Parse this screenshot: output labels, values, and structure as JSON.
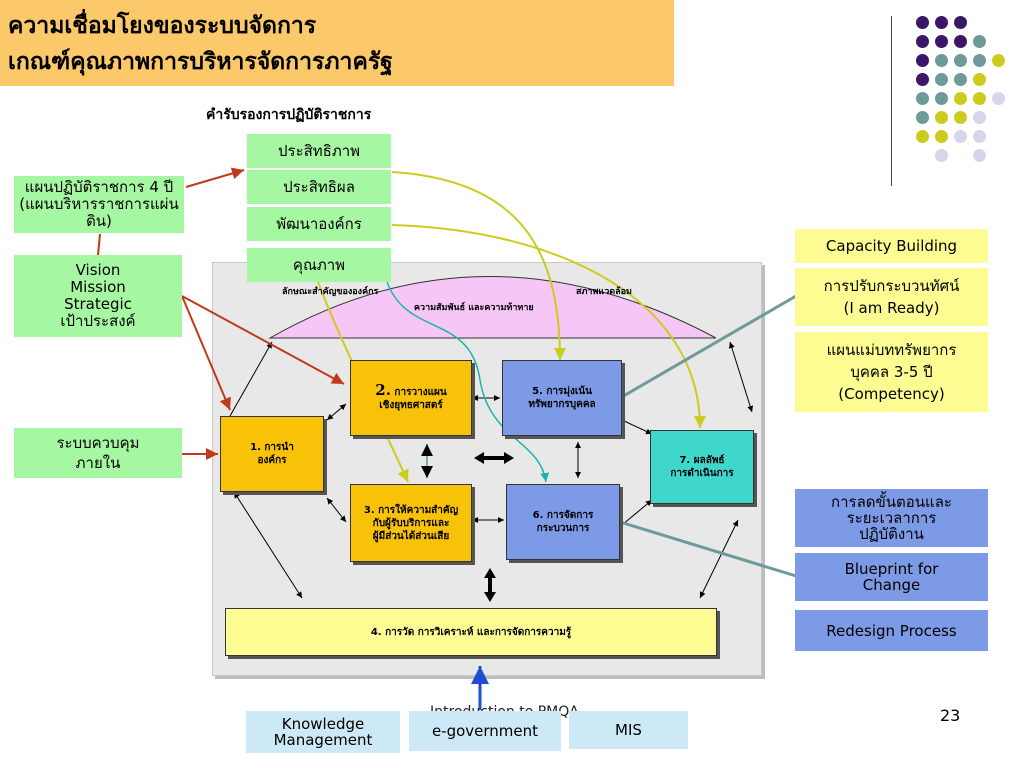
{
  "title": {
    "line1": "ความเชื่อมโยงของระบบจัดการ",
    "line2": "เกณฑ์คุณภาพการบริหารจัดการภาครัฐ"
  },
  "subtitle": "คำรับรองการปฏิบัติราชการ",
  "top_boxes": {
    "efficiency": "ประสิทธิภาพ",
    "effectiveness": "ประสิทธิผล",
    "org_development": "พัฒนาองค์กร",
    "quality": "คุณภาพ"
  },
  "left_boxes": {
    "plan": "แผนปฏิบัติราชการ 4 ปี (แผนบริหารราชการแผ่นดิน)",
    "vision": [
      "Vision",
      "Mission",
      "Strategic",
      "เป้าประสงค์"
    ],
    "control": [
      "ระบบควบคุม",
      "ภายใน"
    ]
  },
  "right_boxes": {
    "capacity": "Capacity Building",
    "mindset": [
      "การปรับกระบวนทัศน์",
      "(I am Ready)"
    ],
    "hr_plan": [
      "แผนแม่บททรัพยากร",
      "บุคคล 3-5 ปี",
      "(Competency)"
    ],
    "reduce_steps": [
      "การลดขั้นตอนและ",
      "ระยะเวลาการ",
      "ปฏิบัติงาน"
    ],
    "blueprint": [
      "Blueprint for",
      "Change"
    ],
    "redesign": "Redesign Process"
  },
  "diagram": {
    "arc_labels": {
      "org_character": "ลักษณะสำคัญขององค์กร",
      "environment": "สภาพแวดล้อม",
      "relations": "ความสัมพันธ์ และความท้าทาย"
    },
    "n1": [
      "1. การนำ",
      "องค์กร"
    ],
    "n2_num": "2.",
    "n2": [
      "การวางแผน",
      "เชิงยุทธศาสตร์"
    ],
    "n3": [
      "3. การให้ความสำคัญ",
      "กับผู้รับบริการและ",
      "ผู้มีส่วนได้ส่วนเสีย"
    ],
    "n4": "4. การวัด การวิเคราะห์ และการจัดการความรู้",
    "n5": [
      "5. การมุ่งเน้น",
      "ทรัพยากรบุคคล"
    ],
    "n6": [
      "6. การจัดการ",
      "กระบวนการ"
    ],
    "n7": [
      "7. ผลลัพธ์",
      "การดำเนินการ"
    ]
  },
  "bottom_boxes": {
    "km": [
      "Knowledge",
      "Management"
    ],
    "egov": "e-government",
    "mis": "MIS"
  },
  "footer": {
    "center_text": "Introduction to PMQA",
    "page_number": "23"
  },
  "colors": {
    "title_bg": "#fcc96a",
    "green": "#a6f7a2",
    "yellow": "#fcfc92",
    "blue": "#7c9ae6",
    "orange": "#f8c208",
    "cyan": "#3fd6cc",
    "pink_arc": "#f6c6f6",
    "dot_purple": "#3b1768",
    "dot_teal": "#6f9a9a",
    "dot_yellow": "#cccc1f",
    "dot_lavender": "#d6d6ea"
  }
}
